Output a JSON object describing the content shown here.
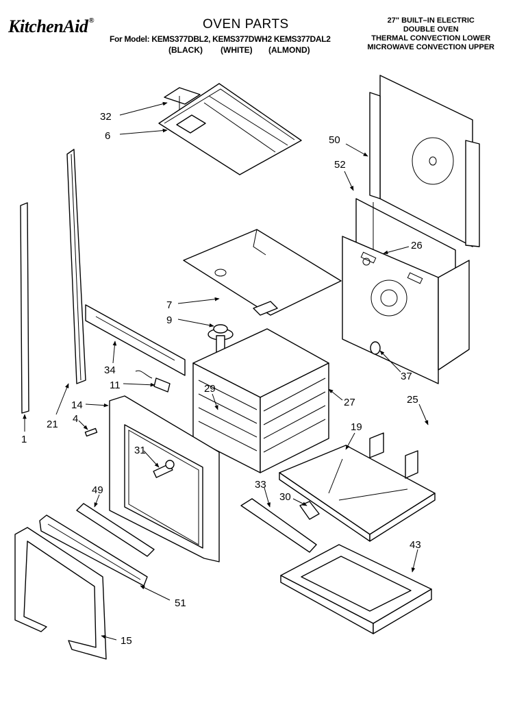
{
  "header": {
    "brand": "KitchenAid",
    "brand_mark": "®",
    "title": "OVEN PARTS",
    "model_line": "For Model: KEMS377DBL2, KEMS377DWH2 KEMS377DAL2",
    "colors": [
      "(BLACK)",
      "(WHITE)",
      "(ALMOND)"
    ],
    "description": [
      "27\" BUILT–IN ELECTRIC",
      "DOUBLE OVEN",
      "THERMAL CONVECTION LOWER",
      "MICROWAVE CONVECTION UPPER"
    ]
  },
  "callouts": [
    "32",
    "6",
    "50",
    "52",
    "26",
    "7",
    "9",
    "34",
    "11",
    "29",
    "27",
    "37",
    "25",
    "14",
    "4",
    "21",
    "1",
    "19",
    "31",
    "49",
    "33",
    "30",
    "43",
    "51",
    "15"
  ]
}
